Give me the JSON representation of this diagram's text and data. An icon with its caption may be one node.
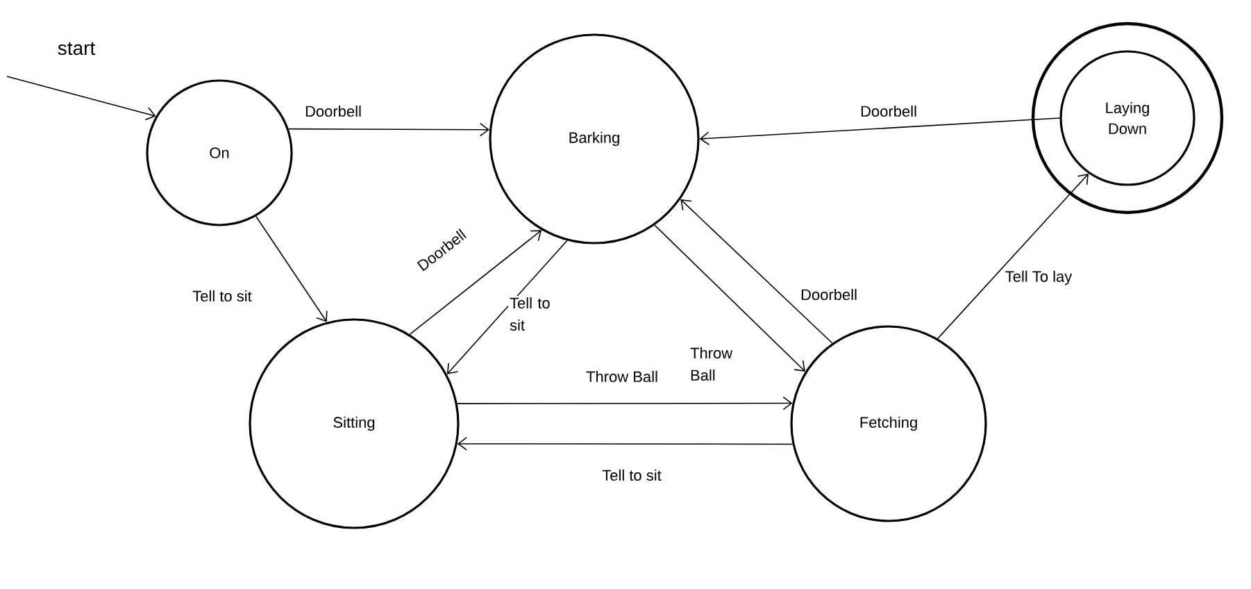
{
  "diagram": {
    "nodes": [
      {
        "text": [
          "On"
        ]
      },
      {
        "text": [
          "Barking"
        ]
      },
      {
        "text": [
          "Laying Down"
        ]
      },
      {
        "text": [
          "Sitting"
        ]
      },
      {
        "text": [
          "Fetching"
        ]
      }
    ],
    "edges": [
      {
        "from": null,
        "to": 0,
        "arrow": "to",
        "label": "start"
      },
      {
        "from": 0,
        "to": 1,
        "arrow": "to",
        "label": "Doorbell"
      },
      {
        "from": 2,
        "to": 1,
        "arrow": "to",
        "label": "Doorbell"
      },
      {
        "from": 0,
        "to": 3,
        "arrow": "to",
        "label": "Tell to sit"
      },
      {
        "from": 3,
        "to": 1,
        "arrow": "to",
        "label": "Doorbell"
      },
      {
        "from": 1,
        "to": 3,
        "arrow": "to",
        "label": "Tell to sit"
      },
      {
        "from": 1,
        "to": 4,
        "arrow": "to",
        "label": "Throw Ball"
      },
      {
        "from": 4,
        "to": 1,
        "arrow": "to",
        "label": "Doorbell"
      },
      {
        "from": 4,
        "to": 2,
        "arrow": "to",
        "label": "Tell To lay"
      },
      {
        "from": 3,
        "to": 4,
        "arrow": "to",
        "label": "Throw Ball"
      },
      {
        "from": 4,
        "to": 3,
        "arrow": "to",
        "label": "Tell to sit"
      }
    ]
  }
}
